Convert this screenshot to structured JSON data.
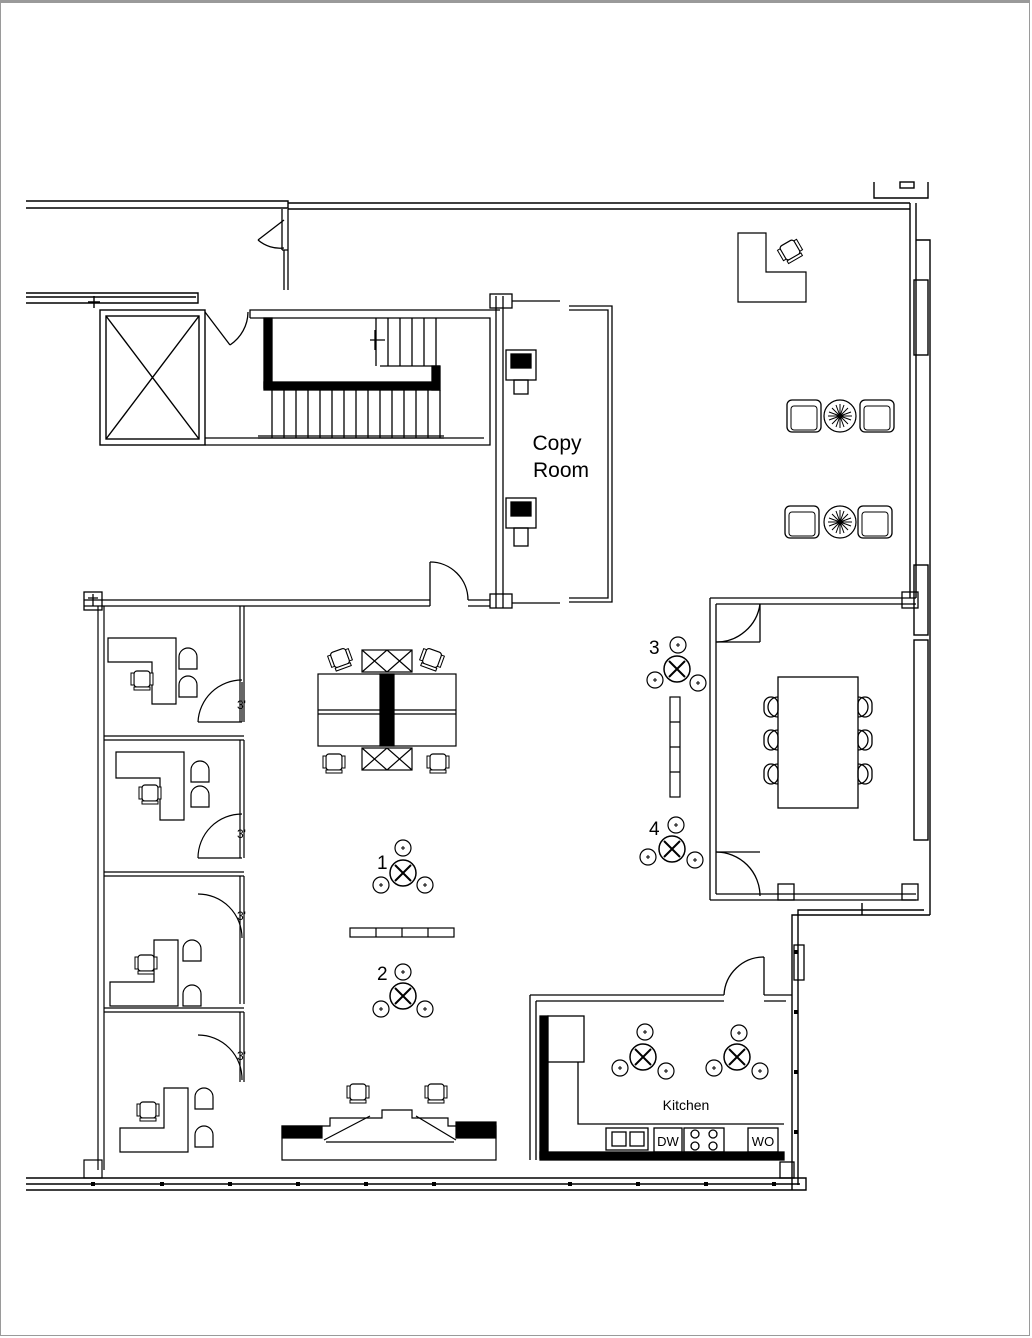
{
  "plan": {
    "rooms": {
      "copy_room_line1": "Copy",
      "copy_room_line2": "Room",
      "kitchen": "Kitchen"
    },
    "door_widths": [
      "3'",
      "3'",
      "3'",
      "3'"
    ],
    "table_numbers": [
      "1",
      "2",
      "3",
      "4"
    ],
    "appliances": {
      "dishwasher": "DW",
      "wall_oven": "WO"
    }
  }
}
